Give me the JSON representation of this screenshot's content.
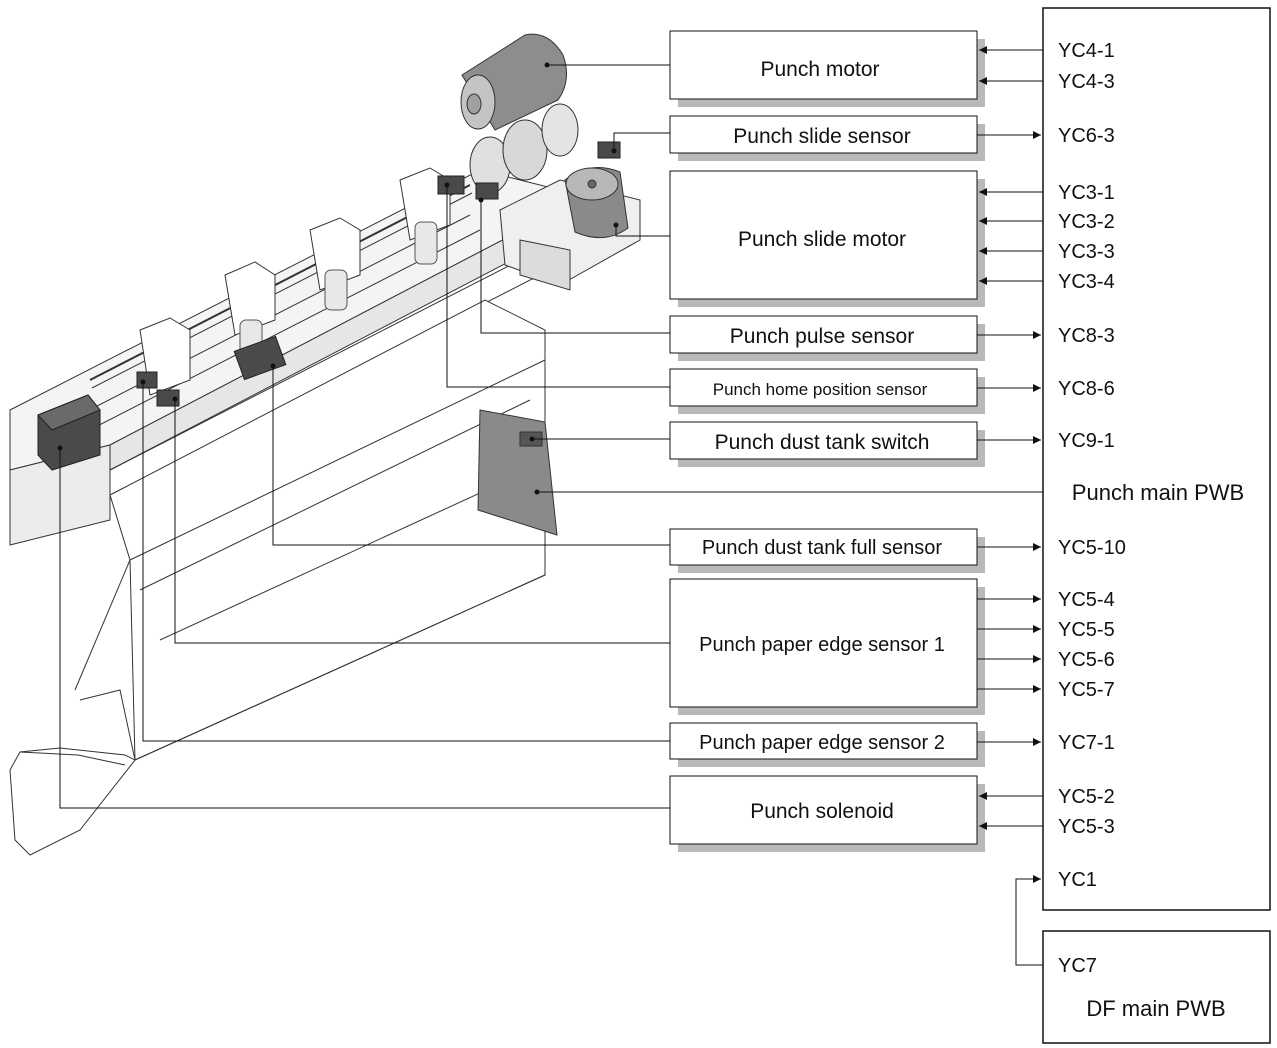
{
  "components": {
    "punch_motor": "Punch motor",
    "punch_slide_sensor": "Punch slide sensor",
    "punch_slide_motor": "Punch slide motor",
    "punch_pulse_sensor": "Punch pulse sensor",
    "punch_home_position_sensor": "Punch home position sensor",
    "punch_dust_tank_switch": "Punch dust tank switch",
    "punch_dust_tank_full_sensor": "Punch dust tank full sensor",
    "punch_paper_edge_sensor_1": "Punch paper edge sensor 1",
    "punch_paper_edge_sensor_2": "Punch paper edge sensor 2",
    "punch_solenoid": "Punch solenoid"
  },
  "boards": {
    "punch_main_pwb": "Punch main PWB",
    "df_main_pwb": "DF main PWB"
  },
  "connectors": {
    "yc4_1": "YC4-1",
    "yc4_3": "YC4-3",
    "yc6_3": "YC6-3",
    "yc3_1": "YC3-1",
    "yc3_2": "YC3-2",
    "yc3_3": "YC3-3",
    "yc3_4": "YC3-4",
    "yc8_3": "YC8-3",
    "yc8_6": "YC8-6",
    "yc9_1": "YC9-1",
    "yc5_10": "YC5-10",
    "yc5_4": "YC5-4",
    "yc5_5": "YC5-5",
    "yc5_6": "YC5-6",
    "yc5_7": "YC5-7",
    "yc7_1": "YC7-1",
    "yc5_2": "YC5-2",
    "yc5_3": "YC5-3",
    "yc1": "YC1",
    "yc7": "YC7"
  },
  "colors": {
    "line": "#111111",
    "shadow": "#b9b9b9",
    "part_dark": "#4a4a4a",
    "part_mid": "#8a8a8a",
    "part_light": "#cfcfcf"
  }
}
